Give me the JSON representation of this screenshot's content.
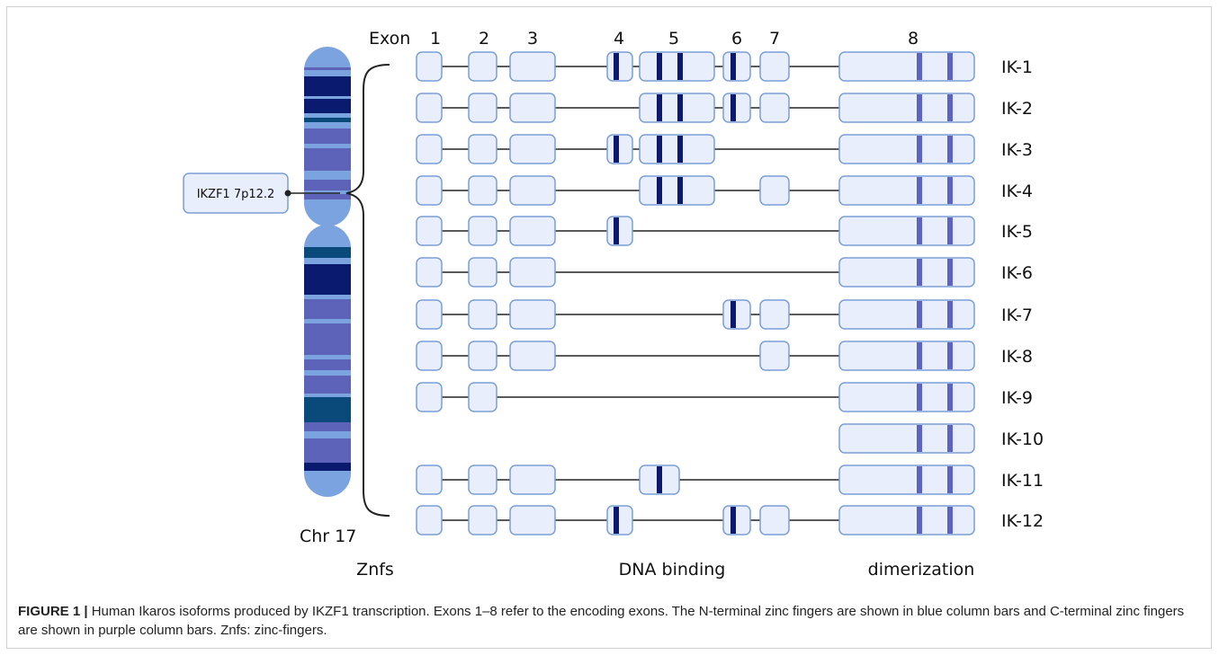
{
  "figure": {
    "exon_header_label": "Exon",
    "exon_numbers": [
      "1",
      "2",
      "3",
      "4",
      "5",
      "6",
      "7",
      "8"
    ],
    "chromosome_label": "Chr 17",
    "gene_label": "IKZF1 7p12.2",
    "isoforms": [
      {
        "name": "IK-1",
        "exons": [
          "1",
          "2",
          "3",
          "4",
          "5",
          "6",
          "7",
          "8"
        ]
      },
      {
        "name": "IK-2",
        "exons": [
          "1",
          "2",
          "3",
          "5",
          "6",
          "7",
          "8"
        ]
      },
      {
        "name": "IK-3",
        "exons": [
          "1",
          "2",
          "3",
          "4",
          "5",
          "8"
        ]
      },
      {
        "name": "IK-4",
        "exons": [
          "1",
          "2",
          "3",
          "5",
          "7",
          "8"
        ]
      },
      {
        "name": "IK-5",
        "exons": [
          "1",
          "2",
          "3",
          "4",
          "8"
        ]
      },
      {
        "name": "IK-6",
        "exons": [
          "1",
          "2",
          "3",
          "8"
        ]
      },
      {
        "name": "IK-7",
        "exons": [
          "1",
          "2",
          "3",
          "6",
          "7",
          "8"
        ]
      },
      {
        "name": "IK-8",
        "exons": [
          "1",
          "2",
          "3",
          "7",
          "8"
        ]
      },
      {
        "name": "IK-9",
        "exons": [
          "1",
          "2",
          "8"
        ]
      },
      {
        "name": "IK-10",
        "exons": [
          "8"
        ]
      },
      {
        "name": "IK-11",
        "exons": [
          "1",
          "2",
          "3",
          "5*",
          "8"
        ]
      },
      {
        "name": "IK-12",
        "exons": [
          "1",
          "2",
          "3",
          "4",
          "6",
          "7",
          "8"
        ]
      }
    ],
    "domain_labels": {
      "znfs": "Znfs",
      "dna_binding": "DNA binding",
      "dimerization": "dimerization"
    },
    "colors": {
      "exon_fill": "#e8eefb",
      "exon_stroke": "#7a9ed6",
      "n_terminal_zinc_finger": "#0b1a6e",
      "c_terminal_zinc_finger": "#5d63c2",
      "chromosome_light": "#7ba3e0",
      "chromosome_medium": "#5d63b8",
      "chromosome_dark": "#0a1a6e",
      "chromosome_teal": "#0a4a7a"
    }
  },
  "caption": {
    "label": "FIGURE 1 |",
    "text": " Human Ikaros isoforms produced by IKZF1 transcription. Exons 1–8 refer to the encoding exons. The N-terminal zinc fingers are shown in blue column bars and C-terminal zinc fingers are shown in purple column bars. Znfs: zinc-fingers."
  }
}
